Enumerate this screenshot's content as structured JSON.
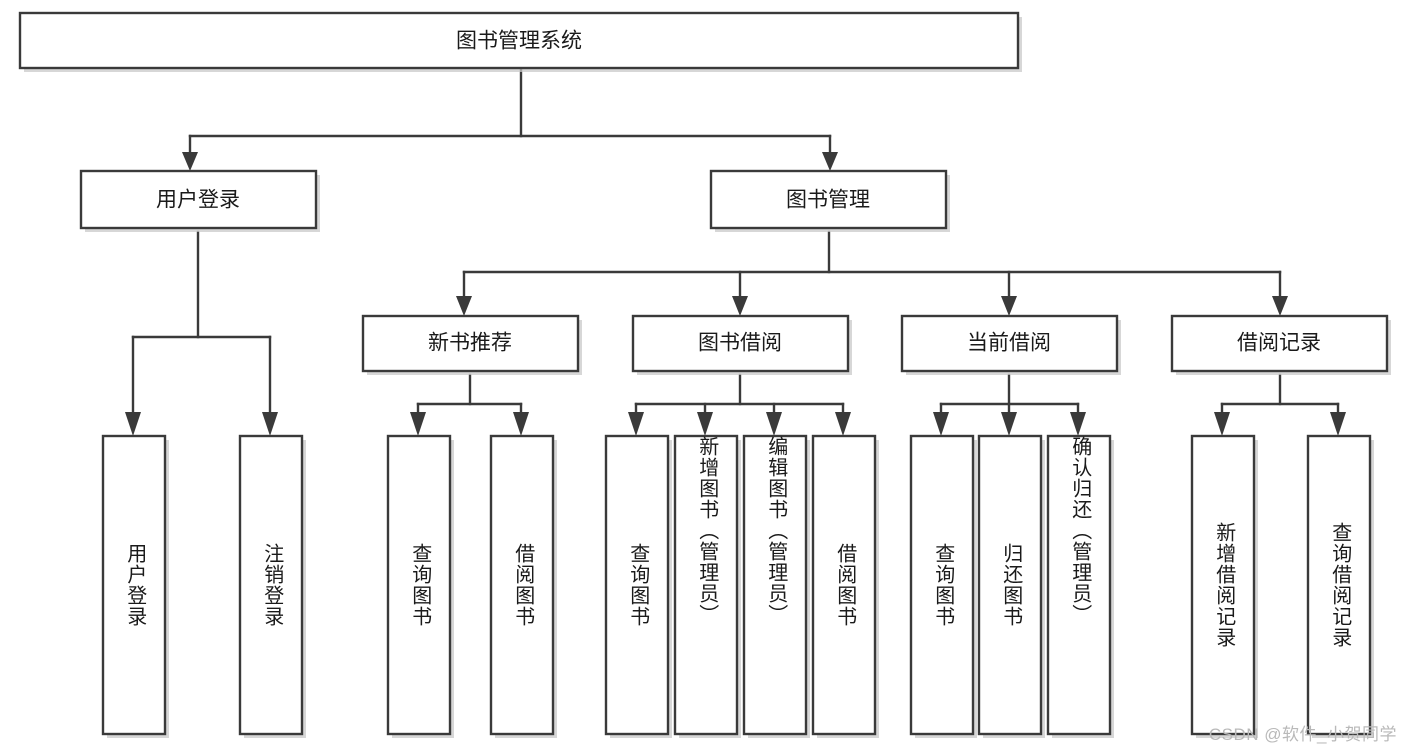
{
  "diagram": {
    "type": "tree-hierarchy",
    "title": "图书管理系统",
    "orientation": "top-down",
    "colors": {
      "stroke": "#3a3a3a",
      "fill": "#ffffff",
      "text": "#1a1a1a",
      "shadow": "#c9c9c9",
      "watermark": "#b9b9b9",
      "background": "#ffffff"
    },
    "root": {
      "label": "图书管理系统"
    },
    "level2": [
      {
        "label": "用户登录"
      },
      {
        "label": "图书管理"
      }
    ],
    "level3": [
      {
        "label": "新书推荐"
      },
      {
        "label": "图书借阅"
      },
      {
        "label": "当前借阅"
      },
      {
        "label": "借阅记录"
      }
    ],
    "groups": [
      {
        "parent": "用户登录",
        "leaves": [
          {
            "label": "用户登录"
          },
          {
            "label": "注销登录"
          }
        ]
      },
      {
        "parent": "新书推荐",
        "leaves": [
          {
            "label": "查询图书"
          },
          {
            "label": "借阅图书"
          }
        ]
      },
      {
        "parent": "图书借阅",
        "leaves": [
          {
            "label": "查询图书"
          },
          {
            "label": "新增图书（管理员）"
          },
          {
            "label": "编辑图书（管理员）"
          },
          {
            "label": "借阅图书"
          }
        ]
      },
      {
        "parent": "当前借阅",
        "leaves": [
          {
            "label": "查询图书"
          },
          {
            "label": "归还图书"
          },
          {
            "label": "确认归还（管理员）"
          }
        ]
      },
      {
        "parent": "借阅记录",
        "leaves": [
          {
            "label": "新增借阅记录"
          },
          {
            "label": "查询借阅记录"
          }
        ]
      }
    ]
  },
  "watermark": {
    "text": "CSDN @软件_小贺同学"
  }
}
